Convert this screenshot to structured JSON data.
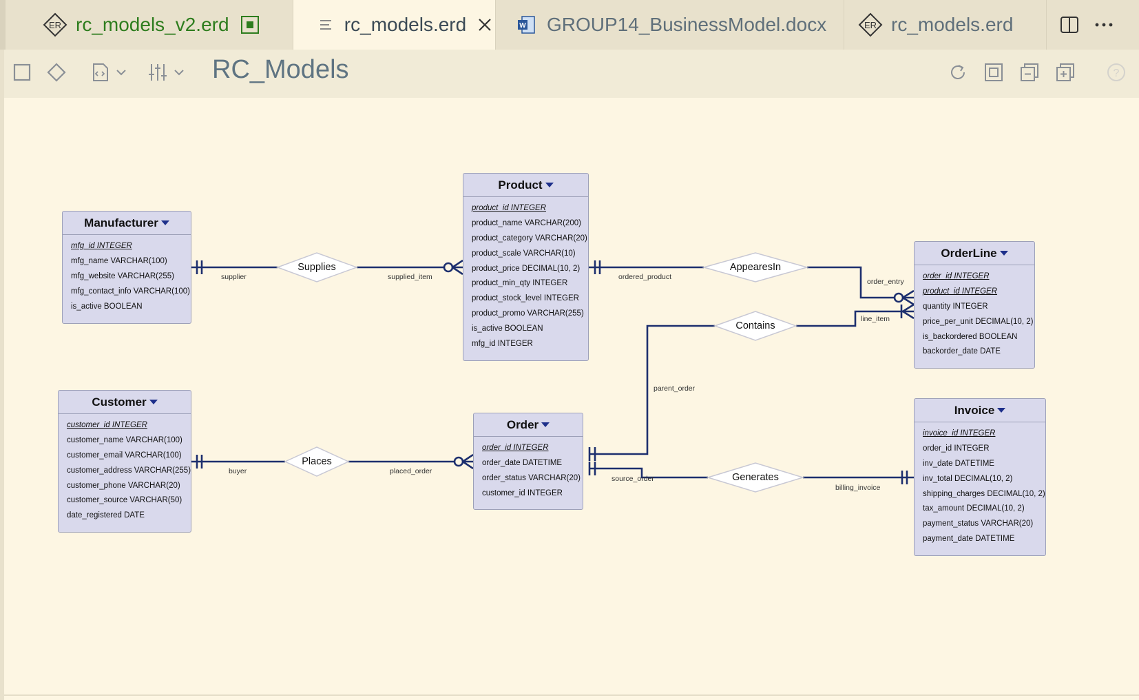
{
  "tabs": [
    {
      "label": "rc_models_v2.erd",
      "icon": "er-diamond-icon",
      "modified": true
    },
    {
      "label": "rc_models.erd",
      "icon": "lines-icon",
      "active": true
    },
    {
      "label": "GROUP14_BusinessModel.docx",
      "icon": "word-doc-icon"
    },
    {
      "label": "rc_models.erd",
      "icon": "er-diamond-icon"
    }
  ],
  "er_icon_text": "ER",
  "diagram": {
    "title": "RC_Models"
  },
  "entities": {
    "manufacturer": {
      "name": "Manufacturer",
      "attributes": [
        "mfg_id INTEGER",
        "mfg_name VARCHAR(100)",
        "mfg_website VARCHAR(255)",
        "mfg_contact_info VARCHAR(100)",
        "is_active BOOLEAN"
      ],
      "pk": "mfg_id  INTEGER"
    },
    "product": {
      "name": "Product",
      "pk": "product_id  INTEGER",
      "attributes": [
        "product_name VARCHAR(200)",
        "product_category VARCHAR(20)",
        "product_scale VARCHAR(10)",
        "product_price DECIMAL(10, 2)",
        "product_min_qty INTEGER",
        "product_stock_level INTEGER",
        "product_promo VARCHAR(255)",
        "is_active BOOLEAN",
        "mfg_id INTEGER"
      ]
    },
    "orderline": {
      "name": "OrderLine",
      "pk1": "order_id  INTEGER",
      "pk2": "product_id  INTEGER",
      "attributes": [
        "quantity INTEGER",
        "price_per_unit DECIMAL(10, 2)",
        "is_backordered BOOLEAN",
        "backorder_date DATE"
      ]
    },
    "customer": {
      "name": "Customer",
      "pk": "customer_id  INTEGER",
      "attributes": [
        "customer_name VARCHAR(100)",
        "customer_email VARCHAR(100)",
        "customer_address VARCHAR(255)",
        "customer_phone VARCHAR(20)",
        "customer_source VARCHAR(50)",
        "date_registered DATE"
      ]
    },
    "order": {
      "name": "Order",
      "pk": "order_id  INTEGER",
      "attributes": [
        "order_date DATETIME",
        "order_status VARCHAR(20)",
        "customer_id INTEGER"
      ]
    },
    "invoice": {
      "name": "Invoice",
      "pk": "invoice_id  INTEGER",
      "attributes": [
        "order_id INTEGER",
        "inv_date DATETIME",
        "inv_total DECIMAL(10, 2)",
        "shipping_charges DECIMAL(10, 2)",
        "tax_amount DECIMAL(10, 2)",
        "payment_status VARCHAR(20)",
        "payment_date DATETIME"
      ]
    }
  },
  "relationships": {
    "supplies": "Supplies",
    "appearsin": "AppearesIn",
    "contains": "Contains",
    "places": "Places",
    "generates": "Generates"
  },
  "roles": {
    "supplier": "supplier",
    "supplied_item": "supplied_item",
    "ordered_product": "ordered_product",
    "order_entry": "order_entry",
    "line_item": "line_item",
    "parent_order": "parent_order",
    "buyer": "buyer",
    "placed_order": "placed_order",
    "source_order": "source_order",
    "billing_invoice": "billing_invoice"
  },
  "colors": {
    "line": "#1d2f6e",
    "entity_fill": "#d9d9ec",
    "canvas": "#fdf6e3"
  }
}
